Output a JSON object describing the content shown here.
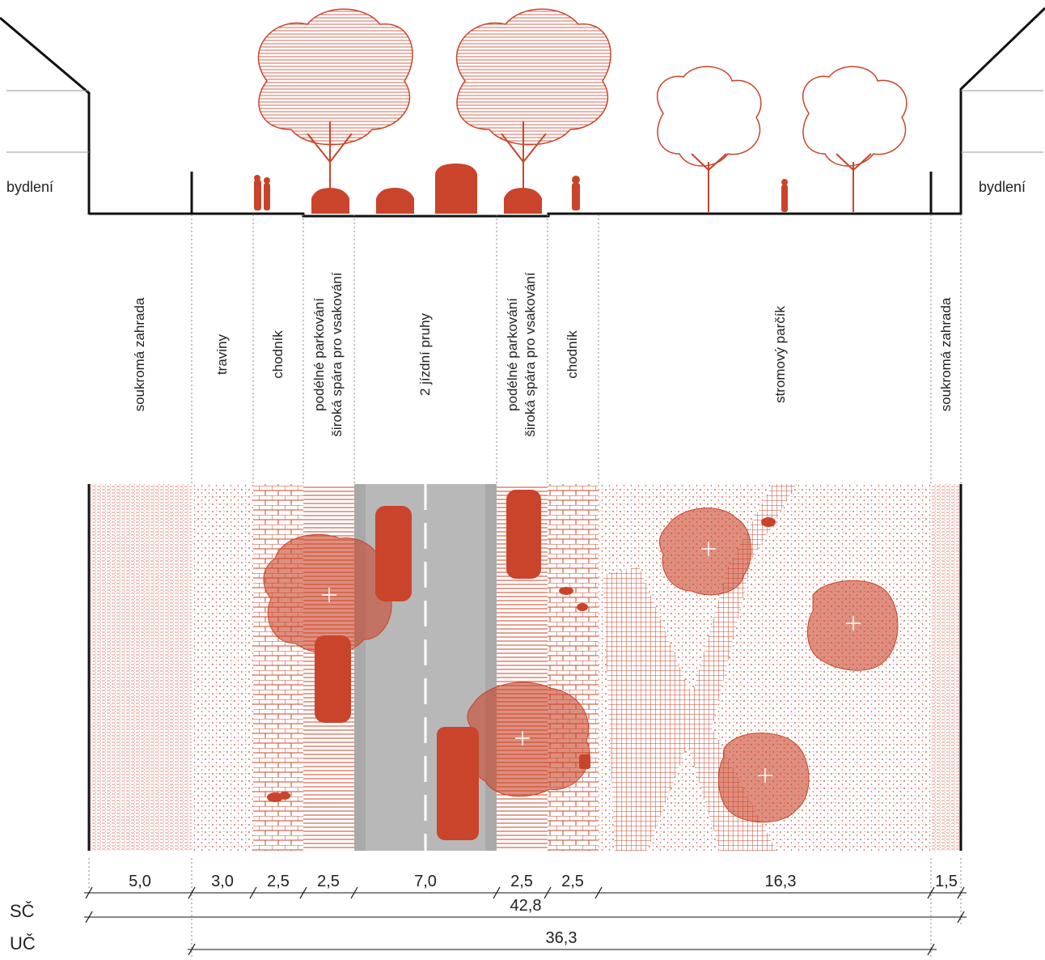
{
  "labels": {
    "left_building": "bydlení",
    "right_building": "bydlení"
  },
  "zones": [
    {
      "name": "soukromá zahrada",
      "line2": "",
      "width": "5,0"
    },
    {
      "name": "traviny",
      "line2": "",
      "width": "3,0"
    },
    {
      "name": "chodník",
      "line2": "",
      "width": "2,5"
    },
    {
      "name": "podélné parkování",
      "line2": "široká spára pro vsakování",
      "width": "2,5"
    },
    {
      "name": "2 jízdní pruhy",
      "line2": "",
      "width": "7,0"
    },
    {
      "name": "podélné parkování",
      "line2": "široká spára pro vsakování",
      "width": "2,5"
    },
    {
      "name": "chodník",
      "line2": "",
      "width": "2,5"
    },
    {
      "name": "stromový parčík",
      "line2": "",
      "width": "16,3"
    },
    {
      "name": "soukromá zahrada",
      "line2": "",
      "width": "1,5"
    }
  ],
  "totals": {
    "sc_label": "SČ",
    "sc_value": "42,8",
    "uc_label": "UČ",
    "uc_value": "36,3"
  },
  "colors": {
    "accent": "#c9442a",
    "road": "#b8b8b8",
    "line": "#111111"
  }
}
